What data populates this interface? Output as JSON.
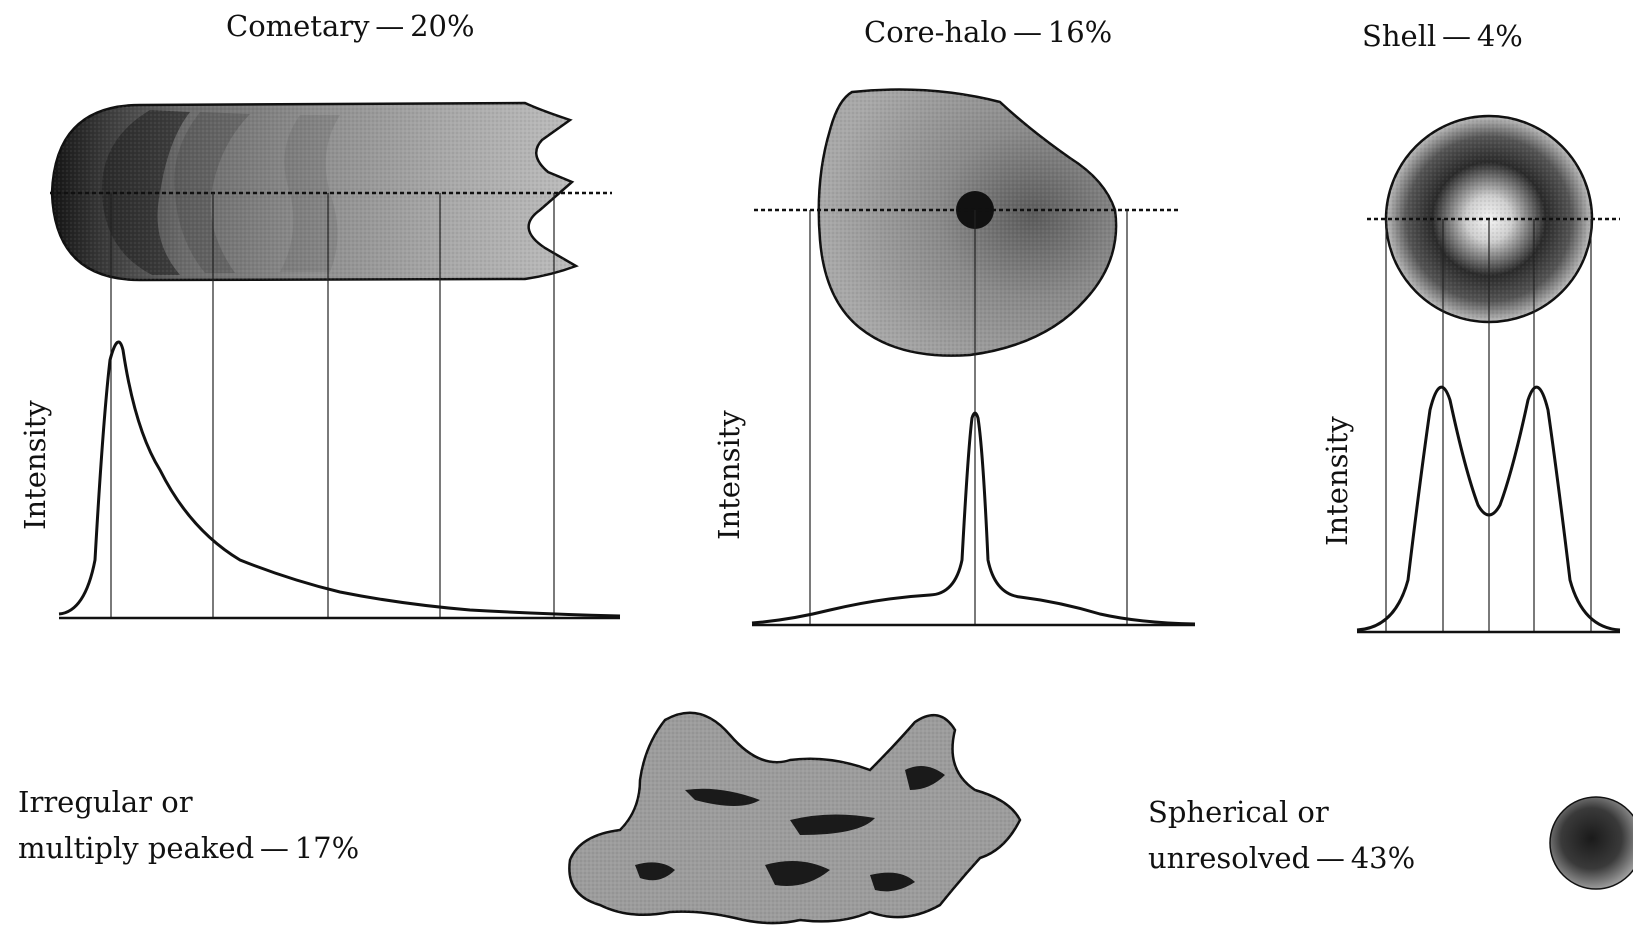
{
  "panels": {
    "cometary": {
      "label": "Cometary — 20%",
      "ylabel": "Intensity"
    },
    "core_halo": {
      "label": "Core-halo — 16%",
      "ylabel": "Intensity"
    },
    "shell": {
      "label": "Shell — 4%",
      "ylabel": "Intensity"
    },
    "irregular": {
      "line1": "Irregular or",
      "line2": "multiply peaked — 17%"
    },
    "spherical": {
      "line1": "Spherical or",
      "line2": "unresolved — 43%"
    }
  },
  "colors": {
    "ink": "#111111",
    "background": "#ffffff",
    "dark_gray": "#2a2a2a",
    "mid_gray": "#8a8a8a",
    "light_gray": "#d4d4d4"
  }
}
